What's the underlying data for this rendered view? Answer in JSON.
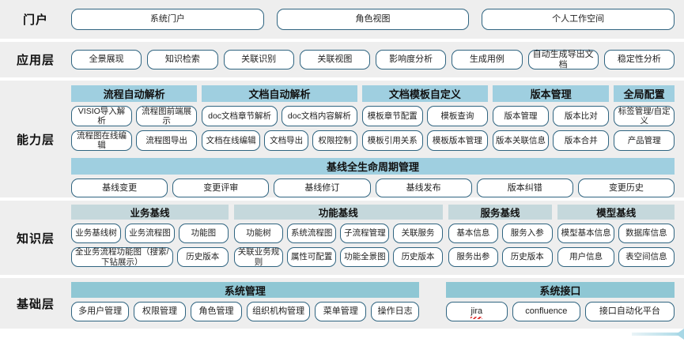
{
  "layers": [
    {
      "id": "portal",
      "label": "门户",
      "items": [
        "系统门户",
        "角色视图",
        "个人工作空间"
      ]
    },
    {
      "id": "application",
      "label": "应用层",
      "items": [
        "全景展现",
        "知识检索",
        "关联识别",
        "关联视图",
        "影响度分析",
        "生成用例",
        "自动生成导出文档",
        "稳定性分析"
      ]
    },
    {
      "id": "capability",
      "label": "能力层",
      "columns": [
        {
          "head": "流程自动解析",
          "flex": 1.62,
          "rows": [
            [
              "VISIO导入解析",
              "流程图前端展示"
            ],
            [
              "流程图在线编辑",
              "流程图导出"
            ]
          ]
        },
        {
          "head": "文档自动解析",
          "flex": 2.0,
          "rows": [
            [
              "doc文档章节解析",
              "doc文档内容解析"
            ],
            [
              "文档在线编辑",
              "文档导出",
              "权限控制"
            ]
          ]
        },
        {
          "head": "文档模板自定义",
          "flex": 1.62,
          "rows": [
            [
              "模板章节配置",
              "模板查询"
            ],
            [
              "模板引用关系",
              "模板版本管理"
            ]
          ]
        },
        {
          "head": "版本管理",
          "flex": 1.5,
          "rows": [
            [
              "版本管理",
              "版本比对"
            ],
            [
              "版本关联信息",
              "版本合并"
            ]
          ]
        },
        {
          "head": "全局配置",
          "flex": 0.78,
          "rows": [
            [
              "标签管理/自定义"
            ],
            [
              "产品管理"
            ]
          ]
        }
      ],
      "baseline": {
        "head": "基线全生命周期管理",
        "items": [
          "基线变更",
          "变更评审",
          "基线修订",
          "基线发布",
          "版本纠错",
          "变更历史"
        ]
      }
    },
    {
      "id": "knowledge",
      "label": "知识层",
      "columns": [
        {
          "head": "业务基线",
          "flex": 1.78,
          "rows": [
            [
              "业务基线树",
              "业务流程图",
              "功能图"
            ],
            [
              "全业务流程功能图（搜索/下钻展示）",
              "历史版本"
            ]
          ]
        },
        {
          "head": "功能基线",
          "flex": 2.36,
          "rows": [
            [
              "功能树",
              "系统流程图",
              "子流程管理",
              "关联服务"
            ],
            [
              "关联业务规则",
              "属性可配置",
              "功能全景图",
              "历史版本"
            ]
          ]
        },
        {
          "head": "服务基线",
          "flex": 1.18,
          "rows": [
            [
              "基本信息",
              "服务入参"
            ],
            [
              "服务出参",
              "历史版本"
            ]
          ]
        },
        {
          "head": "模型基线",
          "flex": 1.32,
          "rows": [
            [
              "模型基本信息",
              "数据库信息"
            ],
            [
              "用户信息",
              "表空间信息"
            ]
          ]
        }
      ]
    },
    {
      "id": "foundation",
      "label": "基础层",
      "columns": [
        {
          "head": "系统管理",
          "flex": 1.52,
          "items": [
            "多用户管理",
            "权限管理",
            "角色管理",
            "组织机构管理",
            "菜单管理",
            "操作日志"
          ]
        },
        {
          "head": "系统接口",
          "flex": 1.0,
          "items": [
            "jira",
            "confluence",
            "接口自动化平台"
          ]
        }
      ]
    }
  ],
  "colors": {
    "band": "#eeeeee",
    "capability_head": "#9fcfe0",
    "knowledge_head": "#c5d8dc",
    "foundation_head": "#8fc7d4",
    "pill_border": "#2f6480",
    "arrow": "#a8d8e6"
  }
}
